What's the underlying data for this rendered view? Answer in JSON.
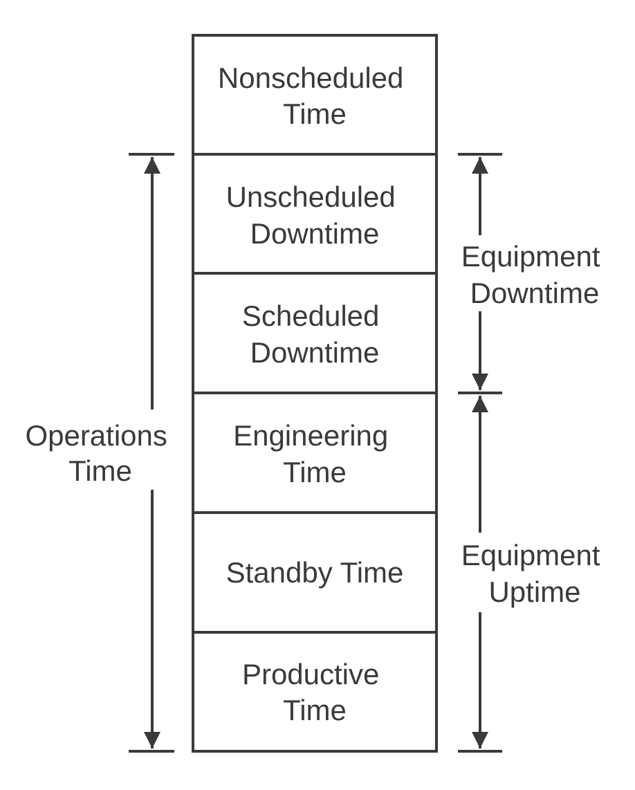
{
  "colors": {
    "ink": "#3a3a3a",
    "background": "#ffffff"
  },
  "stack": [
    {
      "id": "nonscheduled",
      "lines": [
        "Nonscheduled",
        "Time"
      ]
    },
    {
      "id": "unscheduled-downtime",
      "lines": [
        "Unscheduled",
        "Downtime"
      ]
    },
    {
      "id": "scheduled-downtime",
      "lines": [
        "Scheduled",
        "Downtime"
      ]
    },
    {
      "id": "engineering",
      "lines": [
        "Engineering",
        "Time"
      ]
    },
    {
      "id": "standby",
      "lines": [
        "Standby Time"
      ]
    },
    {
      "id": "productive",
      "lines": [
        "Productive",
        "Time"
      ]
    }
  ],
  "brackets": {
    "operations": {
      "lines": [
        "Operations",
        "Time"
      ]
    },
    "equipment_downtime": {
      "lines": [
        "Equipment",
        "Downtime"
      ]
    },
    "equipment_uptime": {
      "lines": [
        "Equipment",
        "Uptime"
      ]
    }
  }
}
